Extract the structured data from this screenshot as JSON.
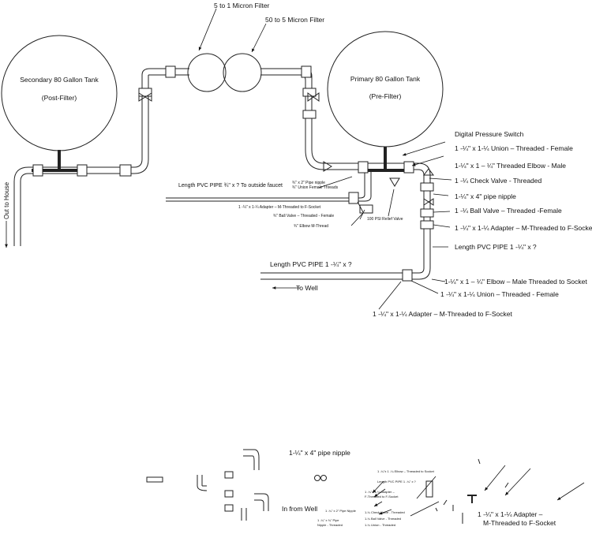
{
  "tanks": {
    "secondary": {
      "name": "Secondary 80 Gallon Tank",
      "note": "(Post-Filter)"
    },
    "primary": {
      "name": "Primary 80 Gallon Tank",
      "note": "(Pre-Filter)"
    }
  },
  "filters": {
    "filter_1": "5 to 1 Micron Filter",
    "filter_2": "50 to 5 Micron Filter"
  },
  "flow": {
    "out_to_house": "Out to House",
    "to_well": "To Well"
  },
  "right_labels": [
    "Digital Pressure Switch",
    "1 -¼\" x 1-¼ Union – Threaded - Female",
    "1-¼\" x 1 – ¼\" Threaded Elbow - Male",
    "1 -¼ Check Valve - Threaded",
    "1-¼\" x 4\" pipe nipple",
    "1 -¼ Ball Valve – Threaded -Female",
    "1 -¼\" x 1-¼ Adapter –  M-Threaded to F-Socket",
    "Length PVC PIPE 1 -¼\" x ?"
  ],
  "bottom_labels": {
    "length_pipe": "Length PVC PIPE 1 -¼\" x ?",
    "elbow": "1-¼\" x 1 – ¼\"   Elbow – Male Threaded to Socket",
    "union": "1 -¼\" x 1-¼ Union – Threaded  - Female",
    "adapter": "1 -¼\" x 1-¼ Adapter –  M-Threaded to F-Socket"
  },
  "faucet_branch": {
    "length_pipe": "Length PVC PIPE ¾\" x ? To outside faucet",
    "nipple": "¾\" x 2\" Pipe nipple",
    "union": "¾\" Union Female Threads",
    "adapter": "1 -¼\" x 1-¼ Adapter –  M-Threaded to F-Socket",
    "ball_valve": "¾\" Ball Valve – Threaded - Female",
    "elbow": "¾\" Elbow M-Thread",
    "relief": "100 PSI Relief Valve"
  },
  "parts_area": {
    "nipple": "1-¼\" x 4\" pipe nipple",
    "in_from_well": "In from Well",
    "adapter_line1": "1 -¼\" x 1-¼ Adapter –",
    "adapter_line2": "M-Threaded to F-Socket",
    "mini": [
      "1 -¼\"x 1 -¼ Elbow – Threaded to Socket",
      "Length PVC PIPE 1 -¼\" x ?",
      "1 -¼\"x 1-¼ Adapter –",
      "F-Threaded to F-Socket",
      "1 -¼\" x 2\" Pipe Nipple",
      "1-¼ Check Valve - Threaded",
      "1-¼ Ball Valve - Threaded",
      "1 -¼\" x ¾\" Pipe",
      "Nipple - Threaded",
      "1-¼ Union - Threaded"
    ]
  }
}
